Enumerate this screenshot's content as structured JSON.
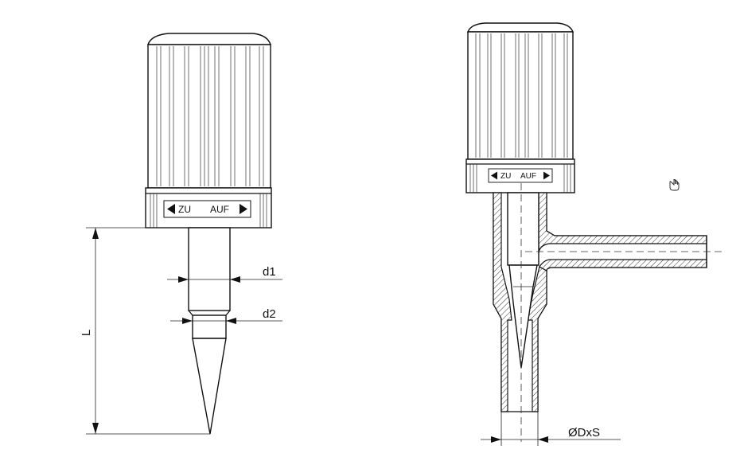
{
  "left_view": {
    "ring_label_close": "ZU",
    "ring_label_open": "AUF",
    "dimension_d1": "d1",
    "dimension_d2": "d2",
    "dimension_length": "L"
  },
  "right_view": {
    "ring_label_close": "ZU",
    "ring_label_open": "AUF",
    "dimension_outer": "ØDxS"
  },
  "icons": {
    "cursor": "hand-cursor-icon"
  }
}
